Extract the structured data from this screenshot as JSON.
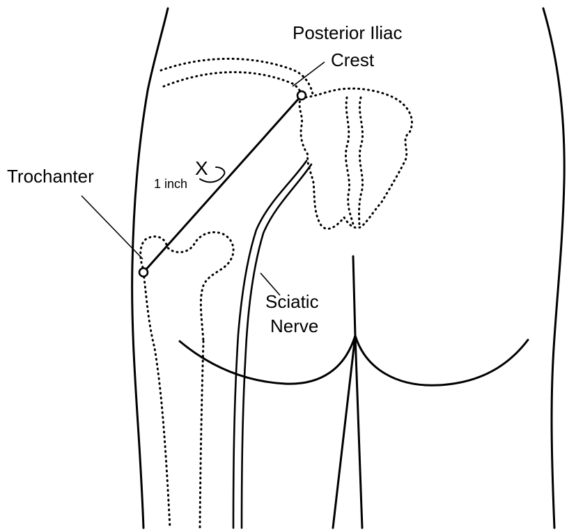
{
  "labels": {
    "posterior_iliac_line1": "Posterior Iliac",
    "posterior_iliac_line2": "Crest",
    "trochanter": "Trochanter",
    "x_mark": "X",
    "one_inch": "1 inch",
    "sciatic_line1": "Sciatic",
    "sciatic_line2": "Nerve"
  }
}
